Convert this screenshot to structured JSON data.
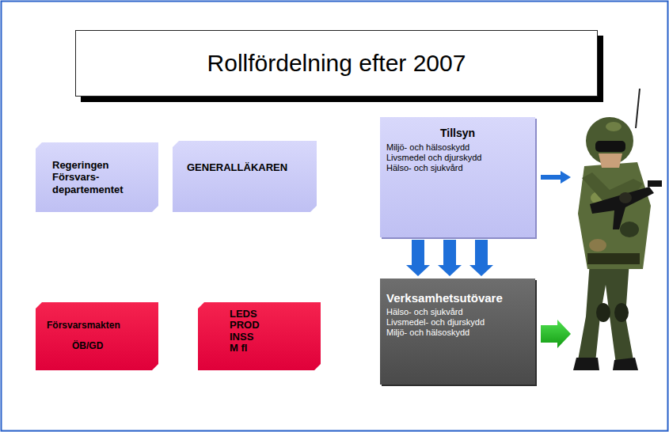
{
  "diagram": {
    "title": "Rollfördelning efter 2007",
    "nodes": [
      {
        "text": [
          "Regeringen Försvars- departementet"
        ]
      },
      {
        "text": [
          "GENERALLÄKAREN"
        ]
      },
      {
        "text": [
          "Tillsyn",
          "Miljö- och hälsoskydd",
          "Livsmedel och djurskydd",
          "Hälso- och sjukvård"
        ]
      },
      {
        "text": [
          "Försvarsmakten",
          "ÖB/GD"
        ]
      },
      {
        "text": [
          "LEDS",
          "PROD",
          "INSS",
          "M fl"
        ]
      },
      {
        "text": [
          "Verksamhetsutövare",
          "Hälso- och sjukvård",
          "Livsmedel- och djurskydd",
          "Miljö- och hälsoskydd"
        ]
      }
    ],
    "edges": [
      {
        "from": 2,
        "to": 5,
        "arrow": "to"
      },
      {
        "from": 2,
        "to": 5,
        "arrow": "to"
      },
      {
        "from": 2,
        "to": 5,
        "arrow": "to"
      }
    ]
  }
}
